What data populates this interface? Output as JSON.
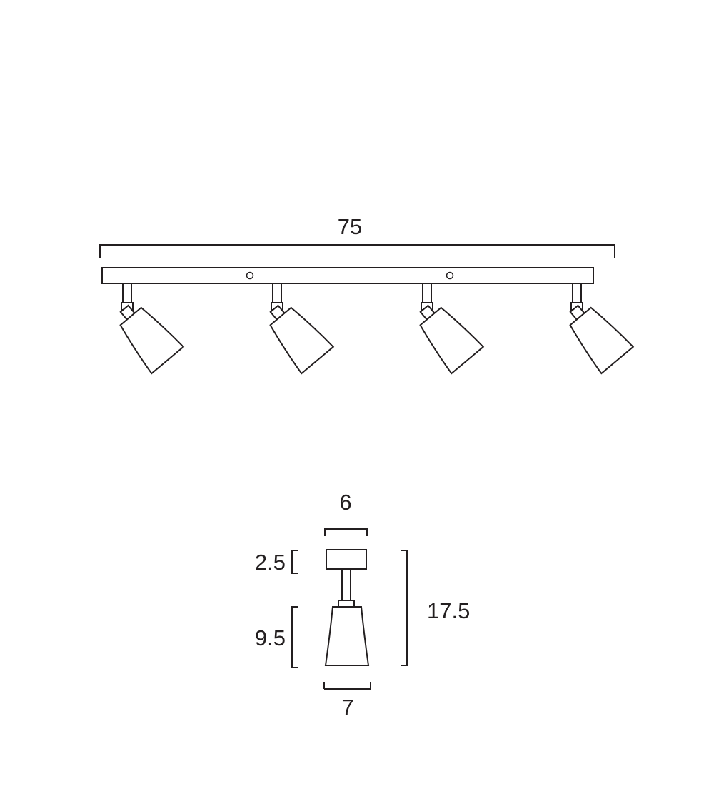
{
  "diagram": {
    "spotlight_count": 4,
    "colors": {
      "line": "#231f20",
      "background": "#ffffff"
    },
    "top_view": {
      "bar_length": "75"
    },
    "detail_view": {
      "canopy_width": "6",
      "canopy_height": "2.5",
      "shade_height": "9.5",
      "total_height": "17.5",
      "shade_width": "7"
    }
  }
}
